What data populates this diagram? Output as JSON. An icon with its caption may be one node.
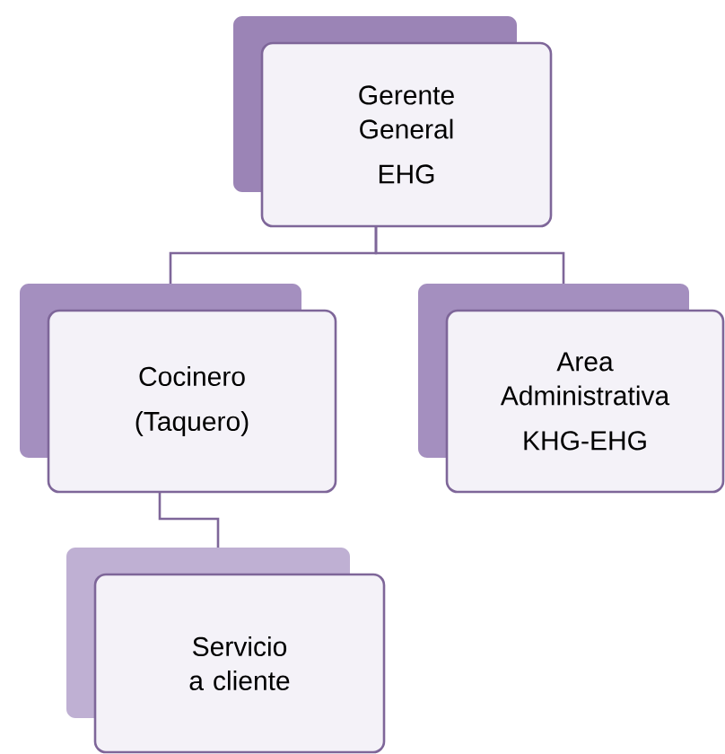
{
  "diagram": {
    "nodes": [
      {
        "text": [
          "Gerente General",
          "EHG"
        ]
      },
      {
        "text": [
          "Cocinero",
          "(Taquero)"
        ]
      },
      {
        "text": [
          "Area Administrativa",
          "KHG-EHG"
        ]
      },
      {
        "text": [
          "Servicio a cliente"
        ]
      }
    ],
    "edges": [
      {
        "from": 0,
        "to": 1,
        "arrow": "none"
      },
      {
        "from": 0,
        "to": 2,
        "arrow": "none"
      },
      {
        "from": 1,
        "to": 3,
        "arrow": "none"
      }
    ]
  }
}
